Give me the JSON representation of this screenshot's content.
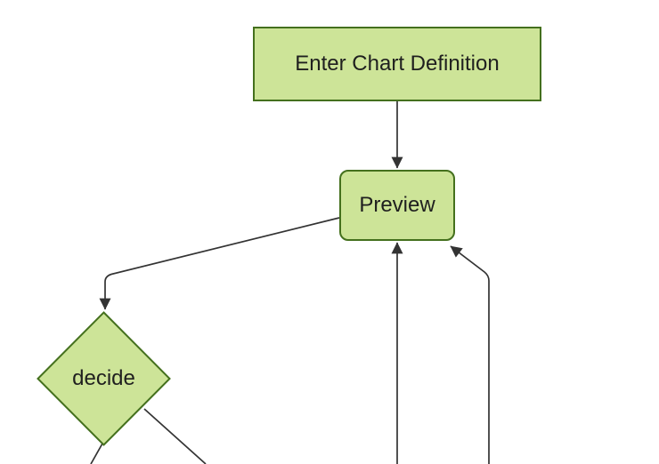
{
  "diagram": {
    "type": "flowchart",
    "nodes": [
      {
        "id": "enter-chart-definition",
        "label": "Enter Chart Definition",
        "shape": "rectangle"
      },
      {
        "id": "preview",
        "label": "Preview",
        "shape": "rounded-rectangle"
      },
      {
        "id": "decide",
        "label": "decide",
        "shape": "diamond"
      }
    ],
    "edges": [
      {
        "from": "enter-chart-definition",
        "to": "preview",
        "arrow": true
      },
      {
        "from": "preview",
        "to": "decide",
        "arrow": true
      },
      {
        "from": "offscreen-bottom",
        "to": "preview",
        "arrow": true
      },
      {
        "from": "offscreen-bottom",
        "to": "preview",
        "arrow": true
      },
      {
        "from": "decide",
        "to": "offscreen-bottom-left",
        "arrow": false
      },
      {
        "from": "decide",
        "to": "offscreen-bottom-right",
        "arrow": false
      }
    ]
  },
  "colors": {
    "node_fill": "#cde498",
    "node_border": "#44701d",
    "edge": "#333333",
    "label": "#1f1f1f",
    "background": "#ffffff"
  }
}
